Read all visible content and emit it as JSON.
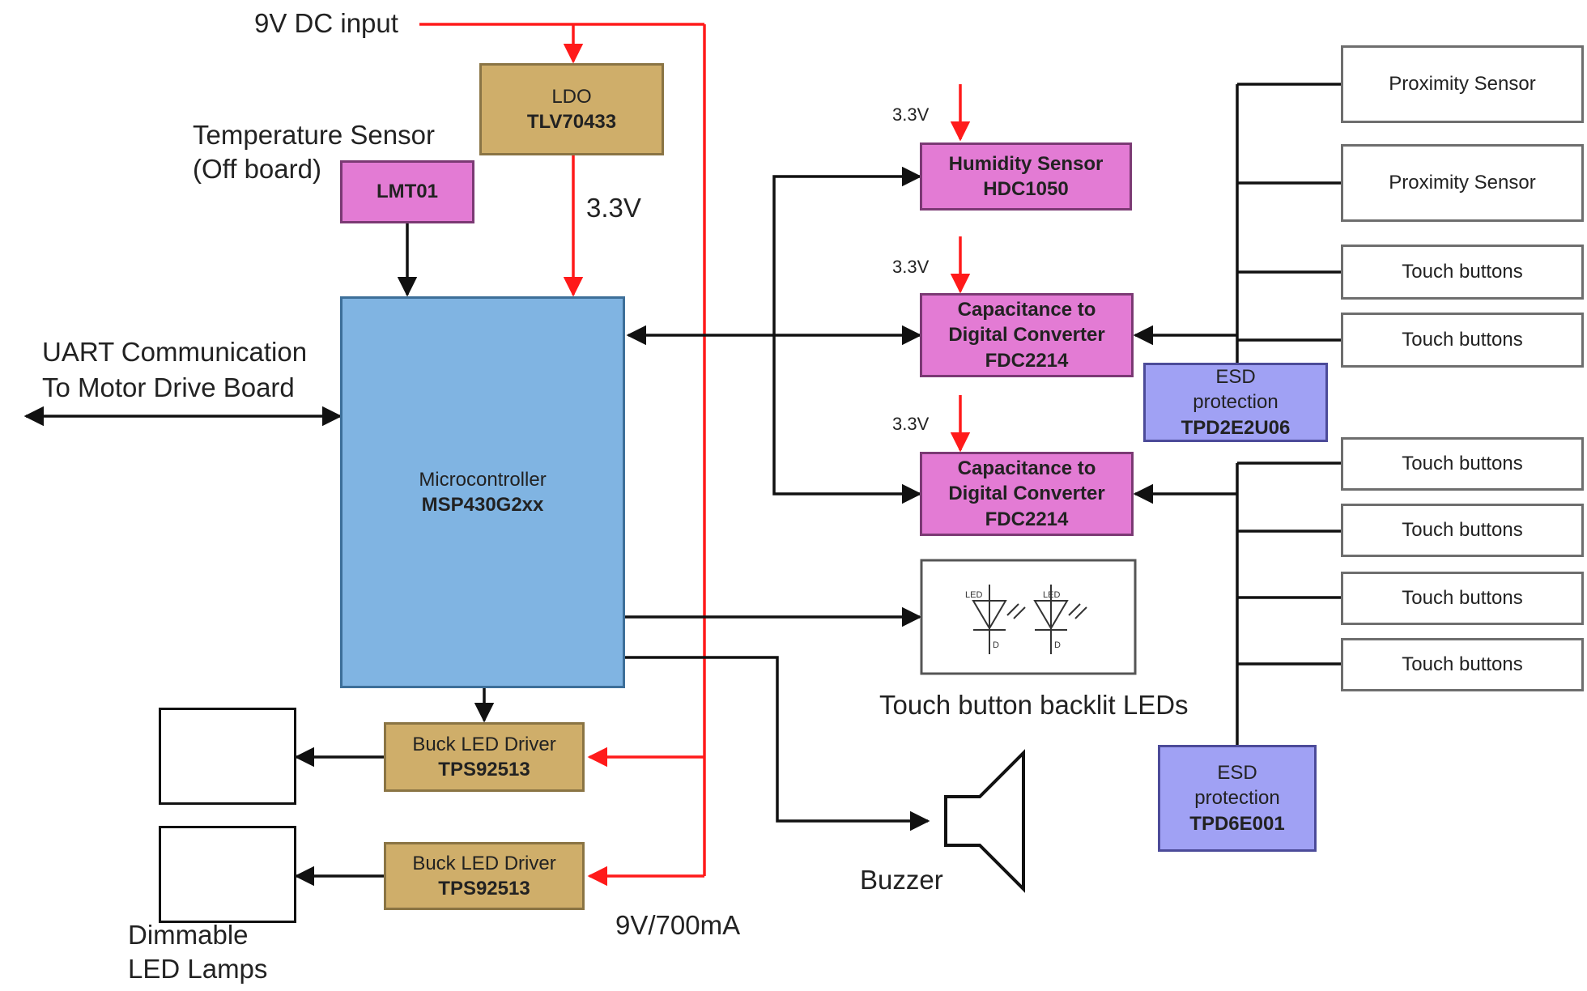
{
  "labels": {
    "dc_input": "9V DC input",
    "temp_sensor_l1": "Temperature Sensor",
    "temp_sensor_l2": "(Off board)",
    "uart_l1": "UART Communication",
    "uart_l2": "To Motor Drive Board",
    "ldo_out": "3.3V",
    "v33_humidity": "3.3V",
    "v33_cdc1": "3.3V",
    "v33_cdc2": "3.3V",
    "backlit": "Touch button backlit LEDs",
    "buzzer": "Buzzer",
    "lamps_l1": "Dimmable",
    "lamps_l2": "LED Lamps",
    "led_out": "9V/700mA",
    "led_symbol_top": "LED",
    "led_symbol_bottom": "D"
  },
  "blocks": {
    "ldo": {
      "line1": "LDO",
      "line2": "TLV70433"
    },
    "lmt01": {
      "line2": "LMT01"
    },
    "mcu": {
      "line1": "Microcontroller",
      "line2": "MSP430G2xx"
    },
    "humidity": {
      "line1": "Humidity Sensor",
      "line2": "HDC1050"
    },
    "cdc1": {
      "line1": "Capacitance to",
      "line1b": "Digital Converter",
      "line2": "FDC2214"
    },
    "cdc2": {
      "line1": "Capacitance to",
      "line1b": "Digital Converter",
      "line2": "FDC2214"
    },
    "esd1": {
      "line1": "ESD",
      "line1b": "protection",
      "line2": "TPD2E2U06"
    },
    "esd2": {
      "line1": "ESD",
      "line1b": "protection",
      "line2": "TPD6E001"
    },
    "buck1": {
      "line1": "Buck LED Driver",
      "line2": "TPS92513"
    },
    "buck2": {
      "line1": "Buck LED Driver",
      "line2": "TPS92513"
    }
  },
  "sensors": {
    "prox1": "Proximity Sensor",
    "prox2": "Proximity Sensor",
    "touch1": "Touch buttons",
    "touch2": "Touch buttons",
    "touch3": "Touch buttons",
    "touch4": "Touch buttons",
    "touch5": "Touch buttons",
    "touch6": "Touch buttons"
  },
  "colors": {
    "power_line": "#ff1a1a",
    "signal_line": "#111111",
    "tan_block": "#cfae6a",
    "pink_block": "#e37bd4",
    "blue_block": "#80b4e2",
    "lavender_block": "#a0a1f4"
  }
}
